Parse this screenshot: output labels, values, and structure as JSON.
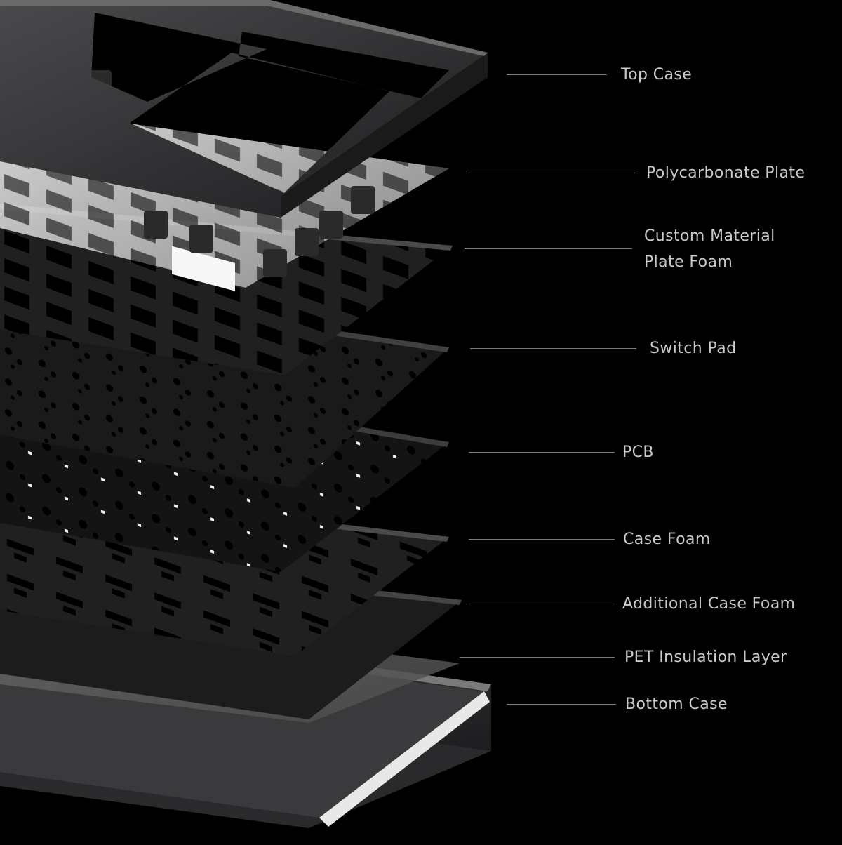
{
  "layers": [
    {
      "id": "top-case",
      "label": "Top Case"
    },
    {
      "id": "polycarbonate-plate",
      "label": "Polycarbonate Plate"
    },
    {
      "id": "plate-foam",
      "label": "Custom Material\nPlate Foam"
    },
    {
      "id": "switch-pad",
      "label": "Switch Pad"
    },
    {
      "id": "pcb",
      "label": "PCB"
    },
    {
      "id": "case-foam",
      "label": "Case Foam"
    },
    {
      "id": "additional-case-foam",
      "label": "Additional Case Foam"
    },
    {
      "id": "pet-insulation",
      "label": "PET Insulation Layer"
    },
    {
      "id": "bottom-case",
      "label": "Bottom Case"
    }
  ],
  "colors": {
    "background": "#000000",
    "label_text": "#c9c9c9",
    "leader_line": "#7c7c7c",
    "aluminum_case": "#3a3a3c",
    "polycarbonate": "#e6e6e6",
    "foam": "#1e1e1e",
    "pcb": "#161616",
    "pet": "#5a5a5a"
  }
}
